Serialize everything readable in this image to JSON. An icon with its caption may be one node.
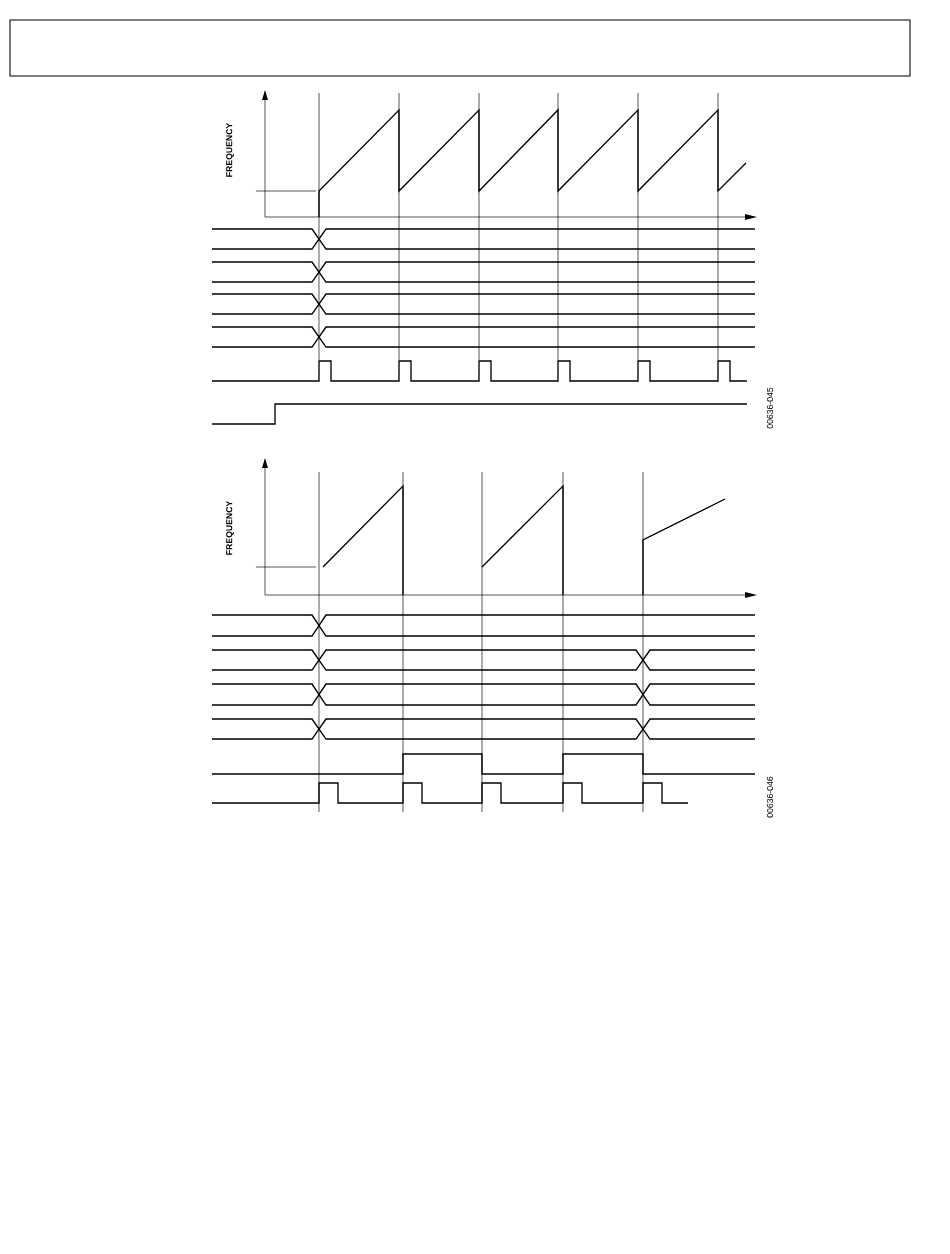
{
  "diagram": {
    "labels": [
      "FREQUENCY",
      "00636-045",
      "FREQUENCY",
      "00636-046"
    ]
  }
}
